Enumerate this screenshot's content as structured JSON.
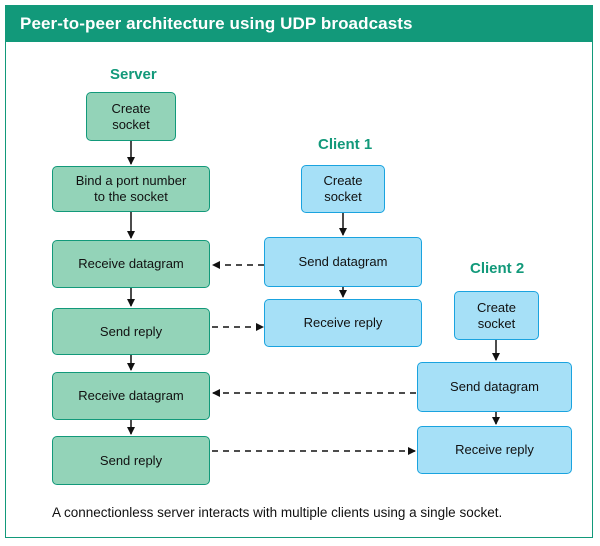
{
  "title": "Peer-to-peer architecture using UDP broadcasts",
  "caption": "A connectionless server interacts with multiple clients using a single socket.",
  "columns": {
    "server": "Server",
    "client1": "Client 1",
    "client2": "Client 2"
  },
  "server": {
    "create_socket": "Create\nsocket",
    "bind": "Bind a port number\nto the socket",
    "receive_1": "Receive datagram",
    "reply_1": "Send reply",
    "receive_2": "Receive datagram",
    "reply_2": "Send reply"
  },
  "client1": {
    "create_socket": "Create\nsocket",
    "send": "Send datagram",
    "receive": "Receive reply"
  },
  "client2": {
    "create_socket": "Create\nsocket",
    "send": "Send datagram",
    "receive": "Receive reply"
  },
  "colors": {
    "header": "#12997a",
    "server_fill": "#93d3b8",
    "server_border": "#12997a",
    "client_fill": "#a6e0f7",
    "client_border": "#1aa3df"
  }
}
